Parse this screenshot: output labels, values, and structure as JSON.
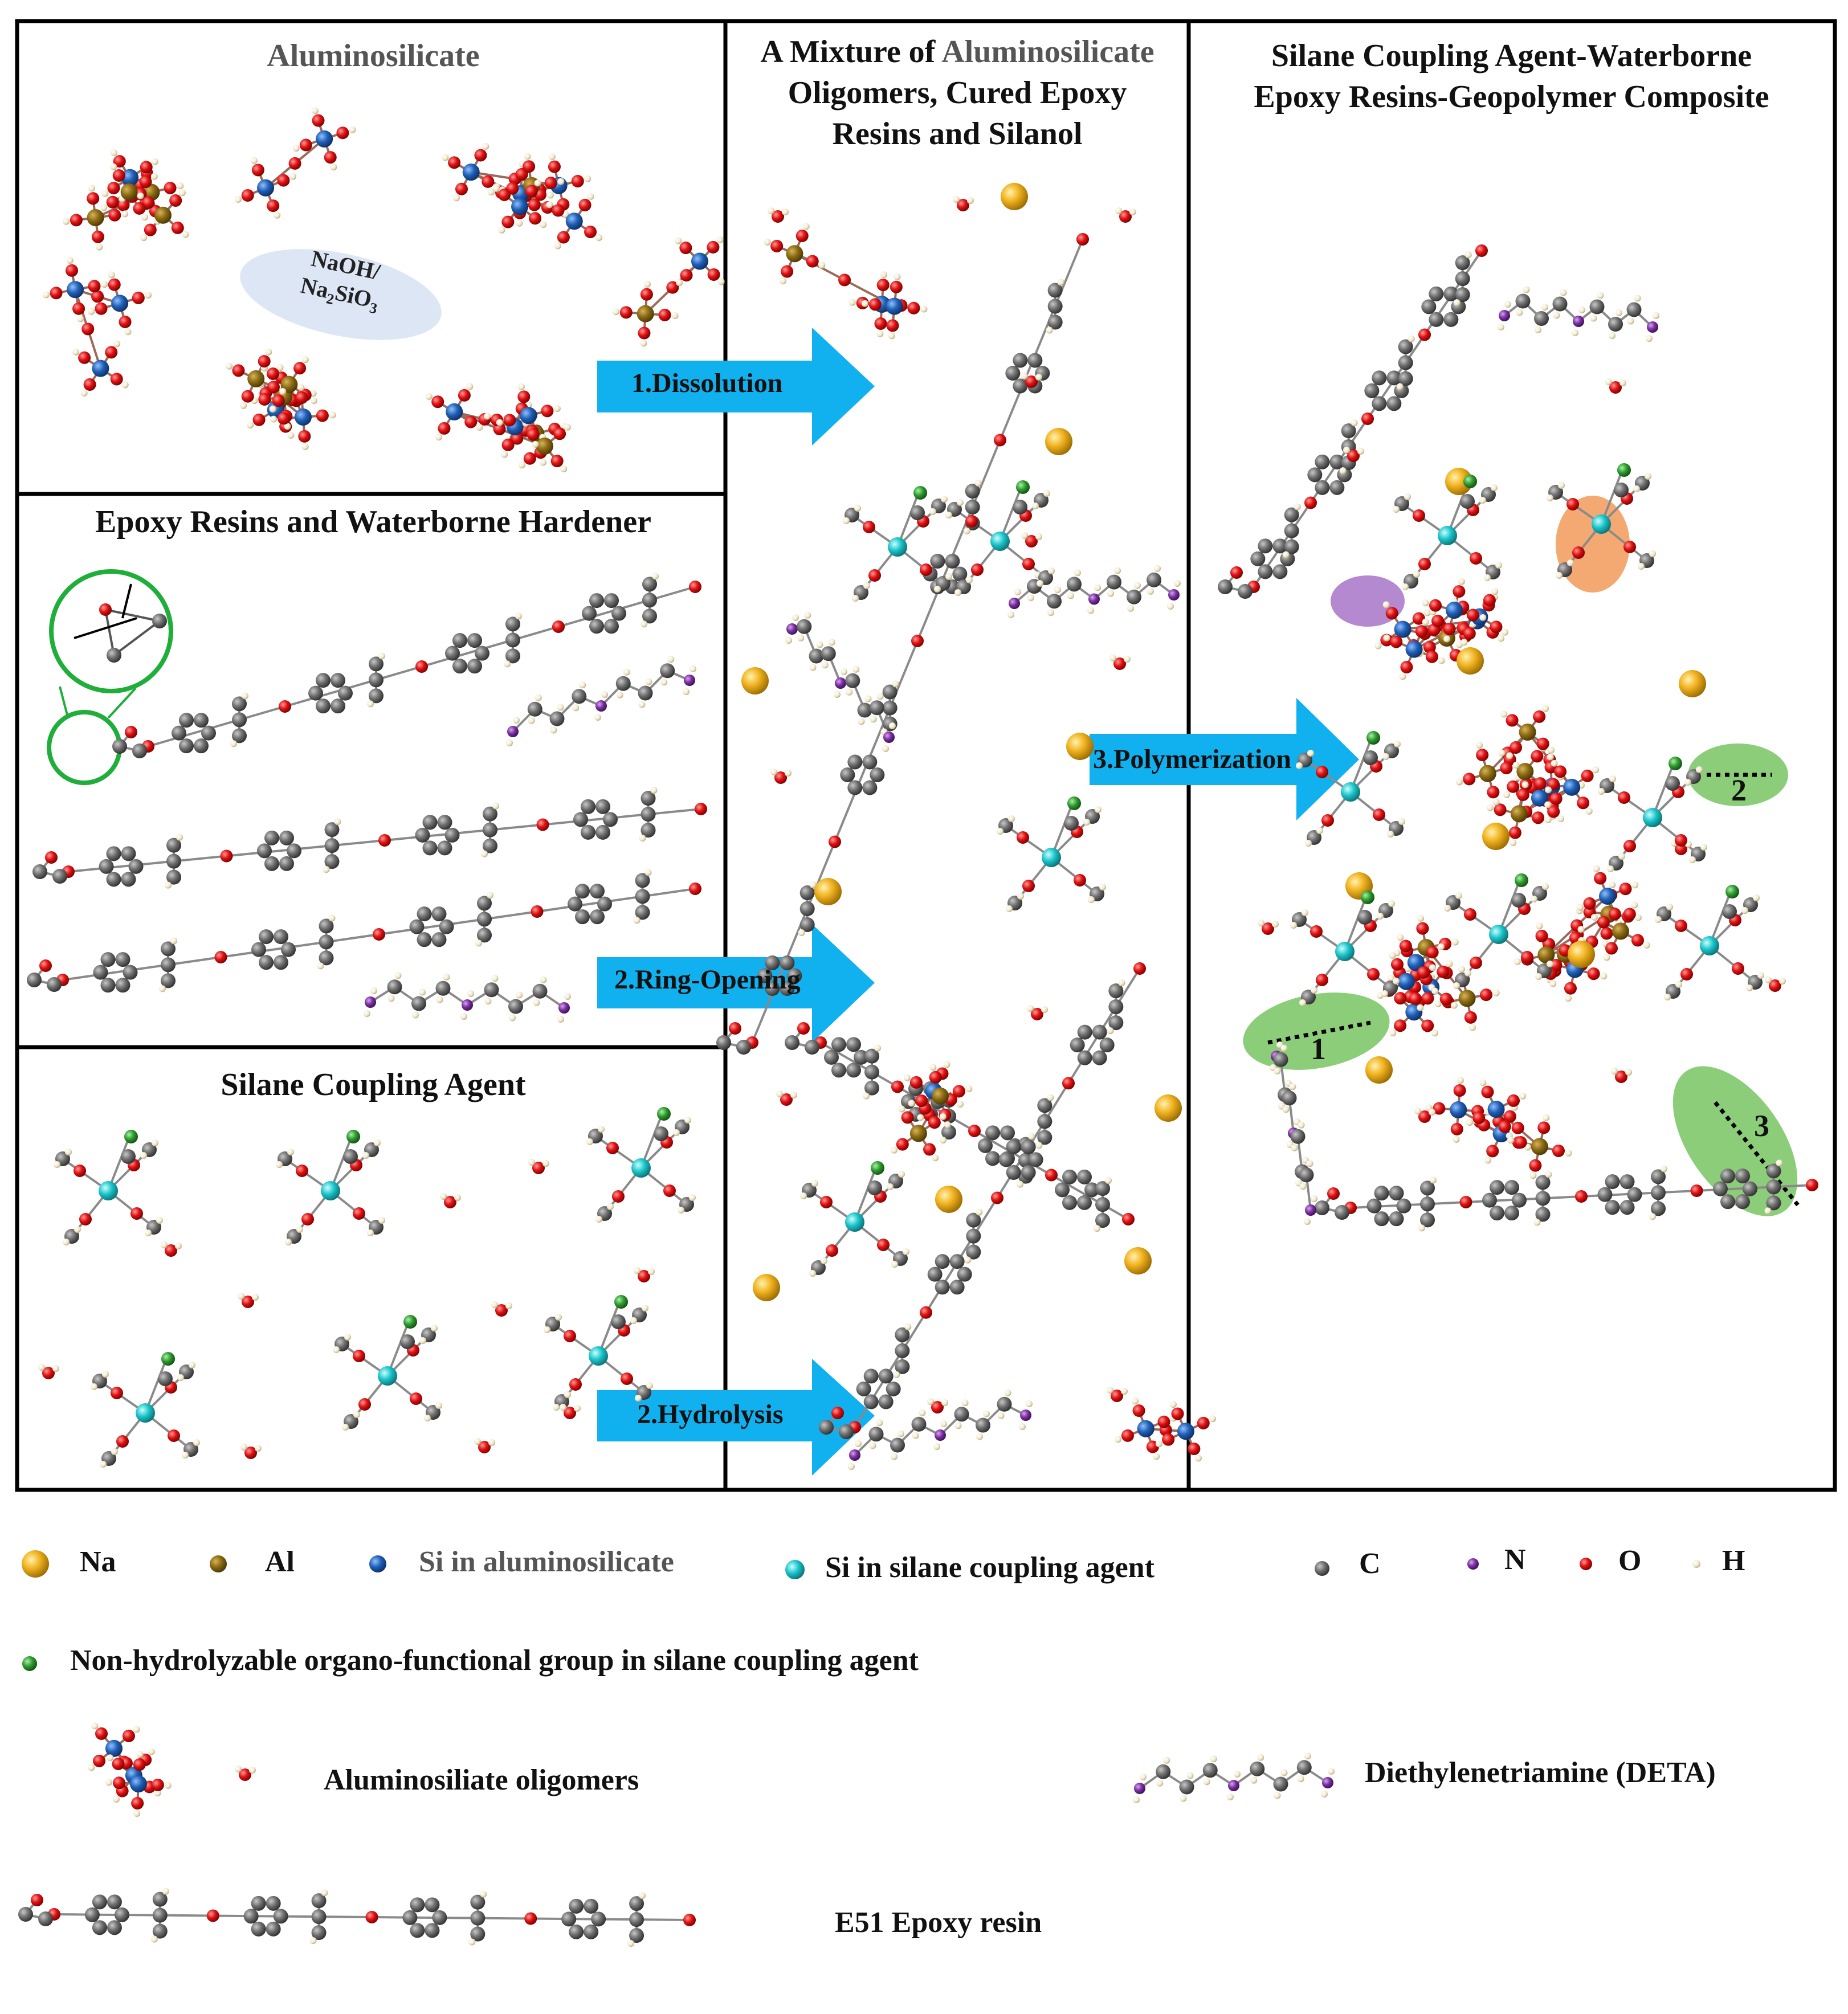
{
  "panels": {
    "aluminosilicate": {
      "title": "Aluminosilicate",
      "reagent_line1": "NaOH/",
      "reagent_line2": "Na",
      "reagent_sub1": "2",
      "reagent_mid": "SiO",
      "reagent_sub2": "3"
    },
    "epoxy": {
      "title": "Epoxy Resins and Waterborne Hardener"
    },
    "silane": {
      "title": "Silane Coupling Agent"
    },
    "mixture": {
      "title_line1_a": "A Mixture of ",
      "title_line1_b": "Aluminosilicate",
      "title_line2": "Oligomers, Cured Epoxy",
      "title_line3": "Resins and Silanol"
    },
    "composite": {
      "title_line1": "Silane Coupling Agent-Waterborne",
      "title_line2": "Epoxy Resins-Geopolymer Composite",
      "marker_1": "1",
      "marker_2": "2",
      "marker_3": "3"
    }
  },
  "arrows": [
    {
      "label": "1.Dissolution"
    },
    {
      "label": "2.Ring-Opening"
    },
    {
      "label": "2.Hydrolysis"
    },
    {
      "label": "3.Polymerization"
    }
  ],
  "legend": {
    "na": "Na",
    "al": "Al",
    "si_alumino": "Si in aluminosilicate",
    "si_silane": "Si in silane coupling agent",
    "c": "C",
    "n": "N",
    "o": "O",
    "h": "H",
    "organo": "Non-hydrolyzable organo-functional group in silane coupling agent",
    "oligomers": "Aluminosiliate oligomers",
    "deta": "Diethylenetriamine (DETA)",
    "e51": "E51 Epoxy resin"
  },
  "colors": {
    "na": "#e6a817",
    "al": "#8a6a12",
    "si_alumino": "#1f5fb5",
    "si_silane": "#19c3c9",
    "c": "#6e6e6e",
    "n": "#7a2fa0",
    "o": "#e01010",
    "h": "#f2ead0",
    "organo": "#2e9a2e",
    "arrow": "#11b0ee",
    "reagent_ellipse": "#dce6f5",
    "highlight_green": "#7fc86a",
    "highlight_orange": "#f29a5a",
    "highlight_purple": "#9b62c0",
    "frame": "#000000"
  }
}
